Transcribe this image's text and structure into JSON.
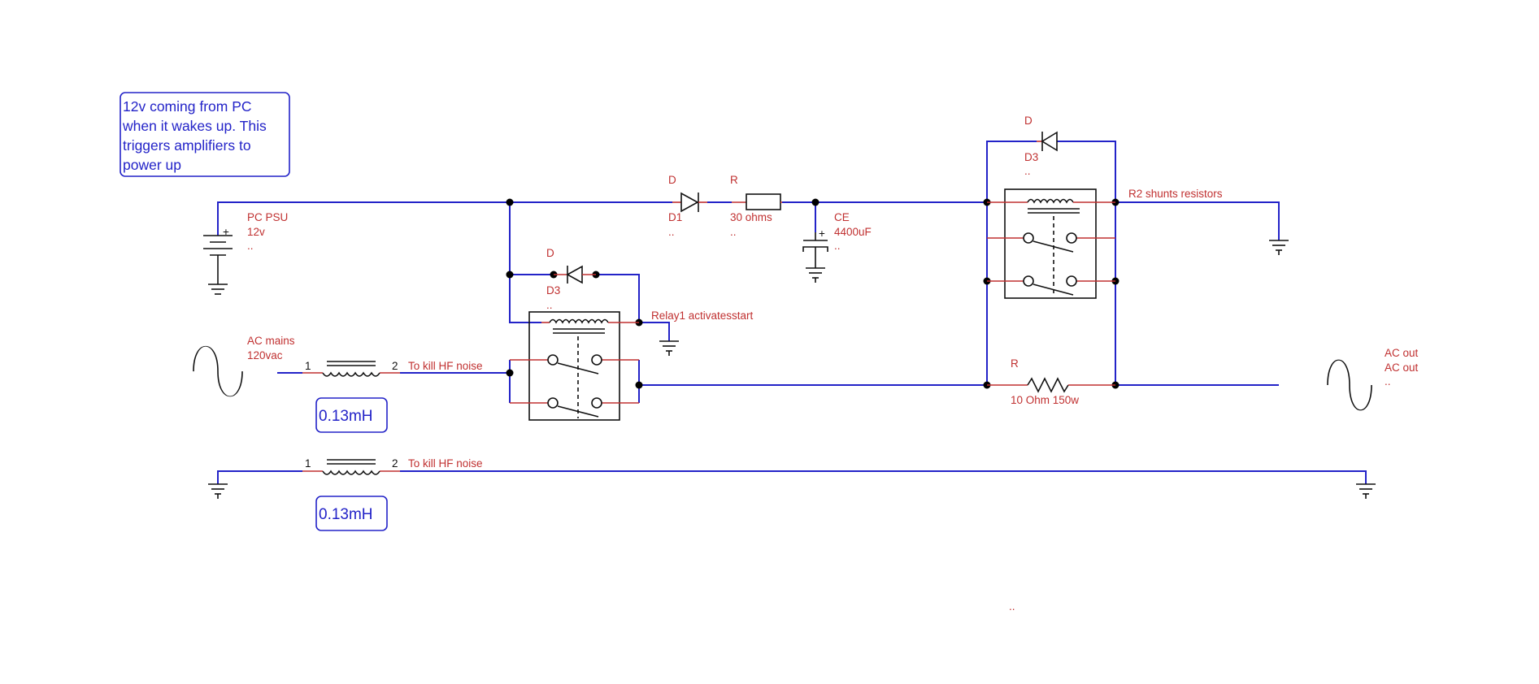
{
  "note": {
    "lines": [
      "12v coming from PC",
      "when it wakes up. This",
      "triggers amplifiers to",
      "power up"
    ]
  },
  "psu": {
    "name": "PC PSU",
    "value": "12v",
    "extra": ".."
  },
  "ac_in": {
    "name": "AC mains",
    "value": "120vac"
  },
  "ac_out": {
    "name": "AC out",
    "value": "AC out",
    "extra": ".."
  },
  "choke1": {
    "pin1": "1",
    "pin2": "2",
    "label": "To kill HF noise",
    "value": "0.13mH"
  },
  "choke2": {
    "pin1": "1",
    "pin2": "2",
    "label": "To kill HF noise",
    "value": "0.13mH"
  },
  "diode_d1": {
    "ref": "D",
    "name": "D1",
    "extra": ".."
  },
  "resistor_30": {
    "ref": "R",
    "value": "30 ohms",
    "extra": ".."
  },
  "capacitor": {
    "ref": "CE",
    "value": "4400uF",
    "extra": ".."
  },
  "relay1": {
    "diode_ref": "D",
    "diode_name": "D3",
    "diode_extra": "..",
    "label": "Relay1 activatesstart"
  },
  "relay2": {
    "diode_ref": "D",
    "diode_name": "D3",
    "diode_extra": "..",
    "label": "R2 shunts resistors"
  },
  "resistor_10": {
    "ref": "R",
    "value": "10 Ohm 150w"
  },
  "stray_marker": ".."
}
